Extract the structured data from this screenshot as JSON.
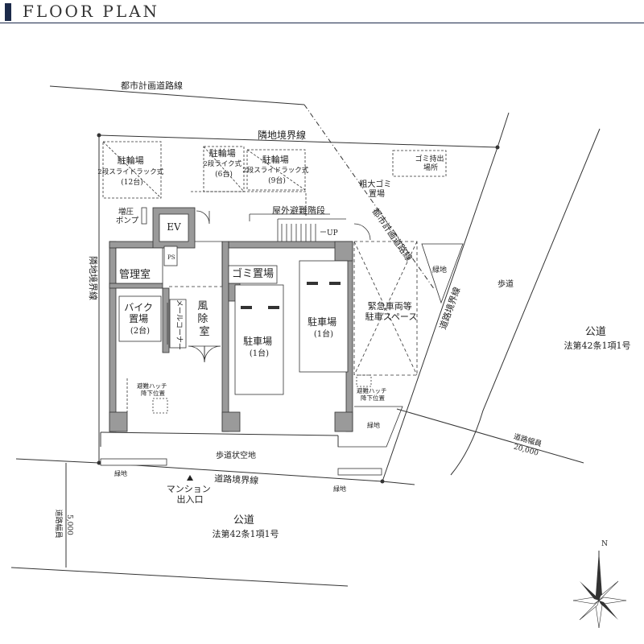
{
  "header": {
    "title": "FLOOR PLAN"
  },
  "labels": {
    "city_road_line_top": "都市計画道路線",
    "neighbor_boundary_top": "隣地境界線",
    "bicycle_parking_a": [
      "駐輪場",
      "2段スライドラック式",
      "(12台)"
    ],
    "bicycle_parking_b": [
      "駐輪場",
      "2段ライク式",
      "(6台)"
    ],
    "bicycle_parking_c": [
      "駐輪場",
      "2段スライドラック式",
      "(9台)"
    ],
    "garbage_station": [
      "ゴミ持出",
      "場所"
    ],
    "bulky_garbage": [
      "粗大ゴミ",
      "置場"
    ],
    "booster_pump": [
      "増圧",
      "ポンプ"
    ],
    "elevator": "EV",
    "outdoor_stairs": "屋外避難階段",
    "up": "UP",
    "city_road_line_diag": "都市計画道路線",
    "neighbor_boundary_left": "隣地境界線",
    "ps": "PS",
    "manager_room": "管理室",
    "garbage_room": "ゴミ置場",
    "green_right": "緑地",
    "sidewalk_right": "歩道",
    "road_boundary_right": "道路境界線",
    "bike_parking": [
      "バイク",
      "置場",
      "(2台)"
    ],
    "mail_corner": "メールコーナー",
    "windbreak_room": [
      "風",
      "除",
      "室"
    ],
    "car_parking_1": [
      "駐車場",
      "(1台)"
    ],
    "car_parking_2": [
      "駐車場",
      "(1台)"
    ],
    "emergency_space": [
      "緊急車両等",
      "駐車スペース"
    ],
    "public_road_right": [
      "公道",
      "法第42条1項1号"
    ],
    "hatch_left": [
      "避難ハッチ",
      "降下位置"
    ],
    "hatch_right": [
      "避難ハッチ",
      "降下位置"
    ],
    "green_lower": "緑地",
    "road_width_right": [
      "道路幅員",
      "20,000"
    ],
    "sidewalk_space": "歩道状空地",
    "green_bottom_left": "緑地",
    "entrance": [
      "マンション",
      "出入口"
    ],
    "road_boundary_bottom": "道路境界線",
    "green_bottom_right": "緑地",
    "road_width_left": [
      "道路幅員",
      "5,000"
    ],
    "public_road_bottom": [
      "公道",
      "法第42条1項1号"
    ],
    "north": "N"
  },
  "colors": {
    "wall": "#9a9a9a",
    "line": "#333333",
    "accent": "#1c2a4a"
  },
  "icons": [
    "entrance-triangle-icon",
    "compass-rose-icon"
  ]
}
